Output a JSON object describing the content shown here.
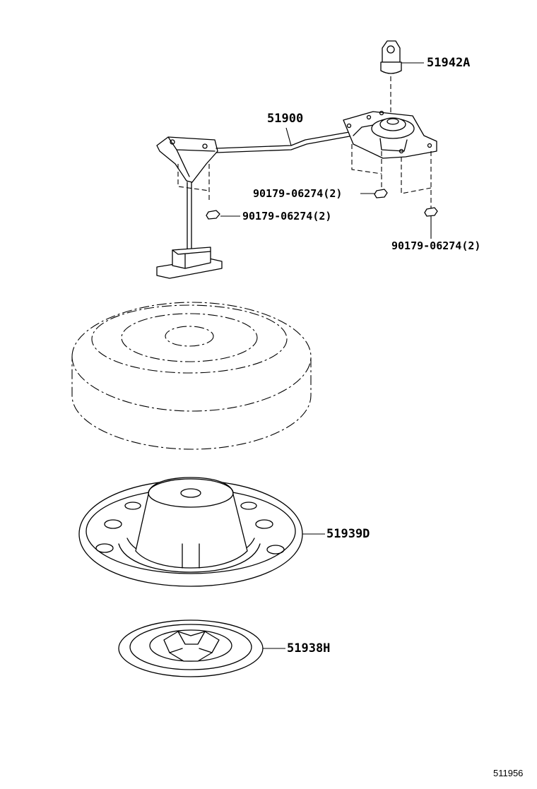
{
  "parts": [
    {
      "id": "carrier_assembly",
      "label": "51900"
    },
    {
      "id": "handle",
      "label": "51942A"
    },
    {
      "id": "bolt_left",
      "label": "90179-06274(2)"
    },
    {
      "id": "bolt_center",
      "label": "90179-06274(2)"
    },
    {
      "id": "bolt_right",
      "label": "90179-06274(2)"
    },
    {
      "id": "spare_wheel_cover",
      "label": "51939D"
    },
    {
      "id": "ornament",
      "label": "51938H"
    }
  ],
  "figure_number": "511956"
}
